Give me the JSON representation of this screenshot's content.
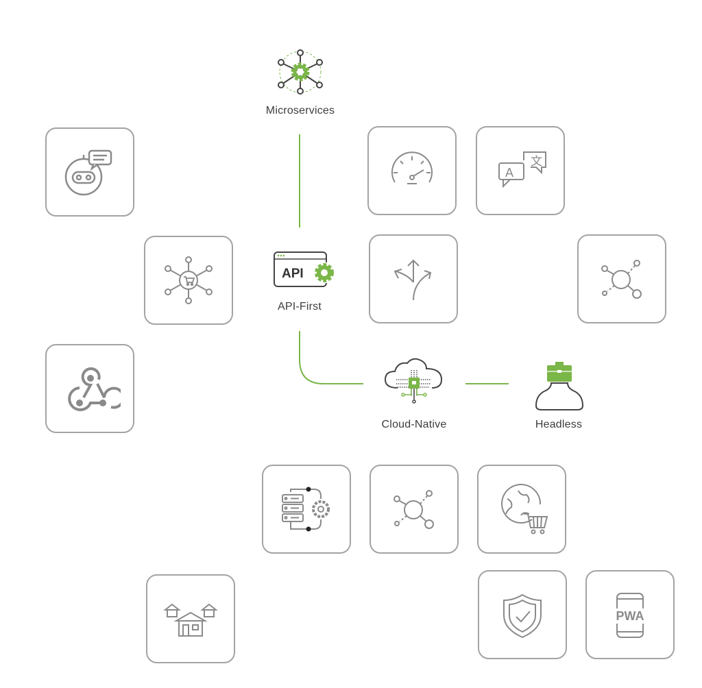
{
  "colors": {
    "accent": "#7ab648",
    "tile_border": "#a3a3a3",
    "icon": "#8a8a8a",
    "text": "#3d3d3d"
  },
  "nodes": {
    "microservices": {
      "label": "Microservices",
      "icon": "microservices-gear-network-icon"
    },
    "api_first": {
      "label": "API-First",
      "icon": "api-gear-icon",
      "icon_text": "API"
    },
    "cloud_native": {
      "label": "Cloud-Native",
      "icon": "cloud-chip-icon"
    },
    "headless": {
      "label": "Headless",
      "icon": "headless-briefcase-icon"
    }
  },
  "tiles": [
    {
      "icon": "chatbot-icon"
    },
    {
      "icon": "commerce-network-icon"
    },
    {
      "icon": "webhook-icon"
    },
    {
      "icon": "speedometer-icon"
    },
    {
      "icon": "translate-icon"
    },
    {
      "icon": "split-arrows-icon"
    },
    {
      "icon": "network-node-icon"
    },
    {
      "icon": "server-gear-icon"
    },
    {
      "icon": "network-node-icon"
    },
    {
      "icon": "global-commerce-icon"
    },
    {
      "icon": "warehouse-icon"
    },
    {
      "icon": "shield-check-icon"
    },
    {
      "icon": "pwa-icon",
      "text": "PWA"
    }
  ]
}
